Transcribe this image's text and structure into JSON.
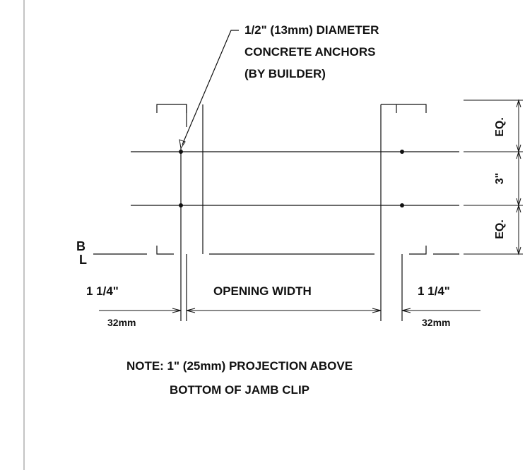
{
  "callout": {
    "lines": [
      "1/2\" (13mm) DIAMETER",
      "CONCRETE ANCHORS",
      "(BY BUILDER)"
    ]
  },
  "dimensions": {
    "left_imperial": "1 1/4\"",
    "left_metric": "32mm",
    "opening": "OPENING WIDTH",
    "right_imperial": "1 1/4\"",
    "right_metric": "32mm",
    "vertical_top": "EQ.",
    "vertical_middle": "3\"",
    "vertical_bottom": "EQ."
  },
  "baseline_marker": {
    "top": "B",
    "bottom": "L"
  },
  "note": {
    "lines": [
      "NOTE: 1\" (25mm) PROJECTION ABOVE",
      "BOTTOM OF JAMB CLIP"
    ]
  },
  "colors": {
    "line": "#111111",
    "background": "#ffffff",
    "border": "#888888"
  }
}
